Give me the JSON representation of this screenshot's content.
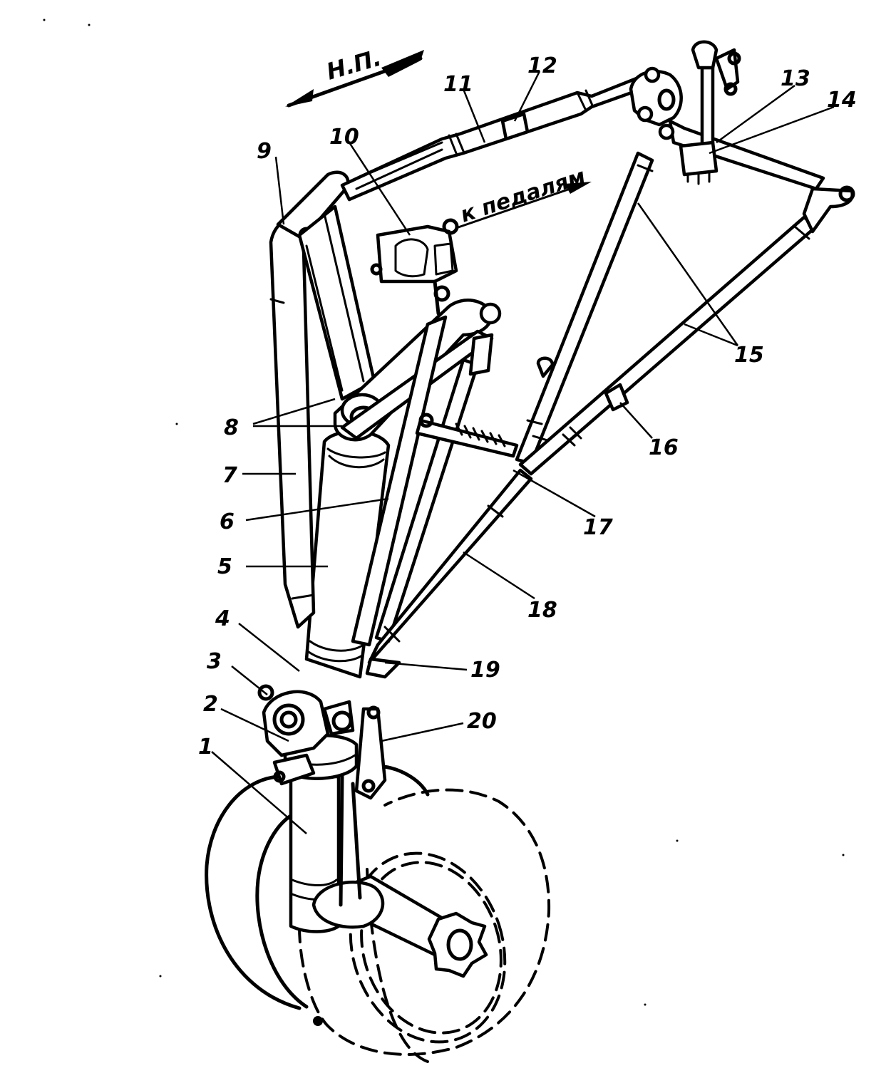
{
  "annotations": {
    "direction_forward": "Н.П.",
    "to_pedals": "к педалям"
  },
  "callouts": [
    "1",
    "2",
    "3",
    "4",
    "5",
    "6",
    "7",
    "8",
    "9",
    "10",
    "11",
    "12",
    "13",
    "14",
    "15",
    "16",
    "17",
    "18",
    "19",
    "20"
  ]
}
